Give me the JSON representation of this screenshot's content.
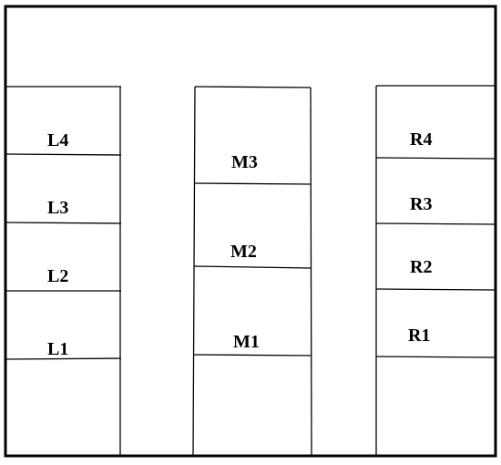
{
  "columns": {
    "left": {
      "labels": [
        "L4",
        "L3",
        "L2",
        "L1"
      ]
    },
    "middle": {
      "labels": [
        "M3",
        "M2",
        "M1"
      ]
    },
    "right": {
      "labels": [
        "R4",
        "R3",
        "R2",
        "R1"
      ]
    }
  },
  "colors": {
    "line": "#000000",
    "background": "#ffffff"
  }
}
